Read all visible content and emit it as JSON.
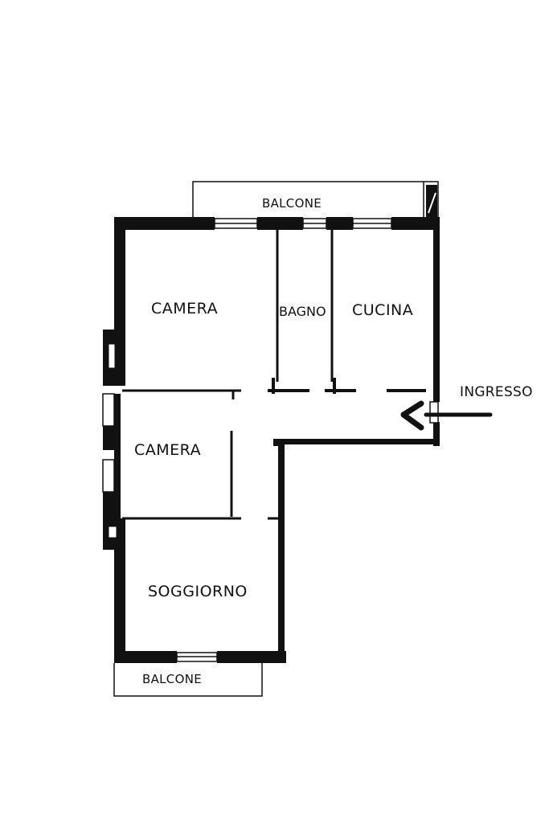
{
  "plan": {
    "ink_color": "#111111",
    "background": "#ffffff",
    "labels": {
      "balcone_top": "BALCONE",
      "camera_top": "CAMERA",
      "bagno": "BAGNO",
      "cucina": "CUCINA",
      "ingresso": "INGRESSO",
      "camera_left": "CAMERA",
      "soggiorno": "SOGGIORNO",
      "balcone_bottom": "BALCONE"
    }
  }
}
